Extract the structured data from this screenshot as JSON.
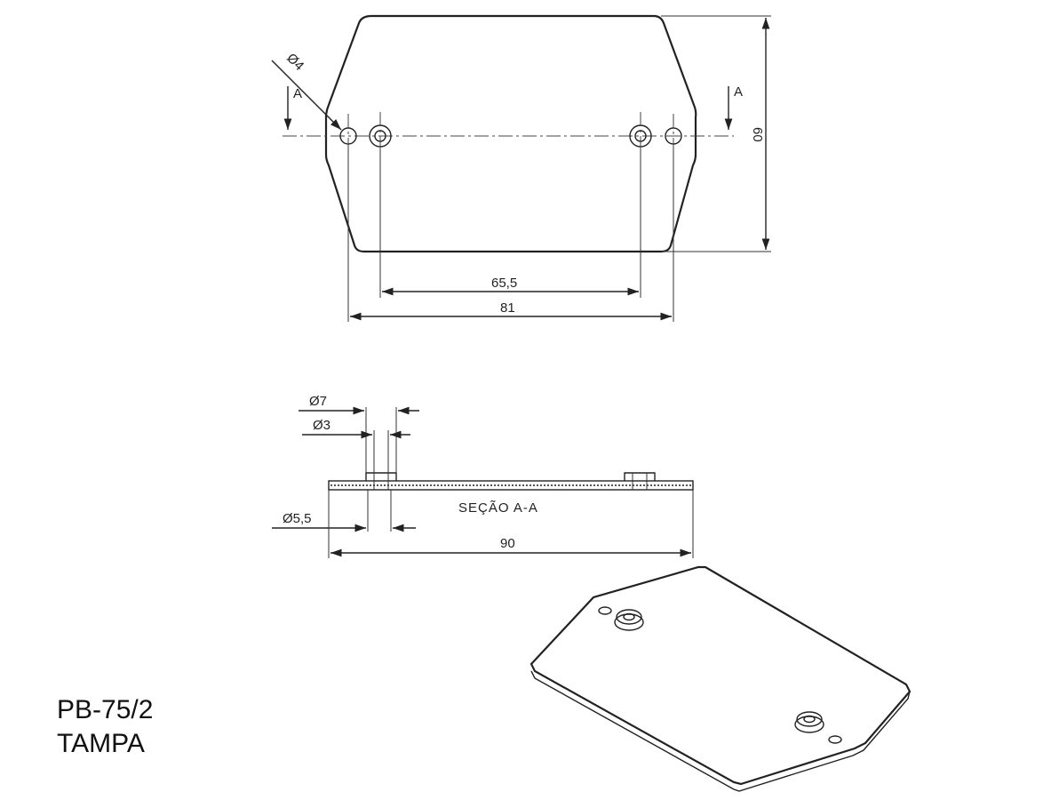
{
  "title": {
    "code": "PB-75/2",
    "name": "TAMPA"
  },
  "top_view": {
    "section_marker_left": "A",
    "section_marker_right": "A",
    "hole_diameter": "Ø4",
    "height": "60",
    "inner_span": "65,5",
    "outer_span": "81"
  },
  "section_view": {
    "boss_outer_diameter": "Ø7",
    "boss_inner_diameter": "Ø3",
    "counterbore_diameter": "Ø5,5",
    "label": "SEÇÃO A-A",
    "length": "90"
  }
}
